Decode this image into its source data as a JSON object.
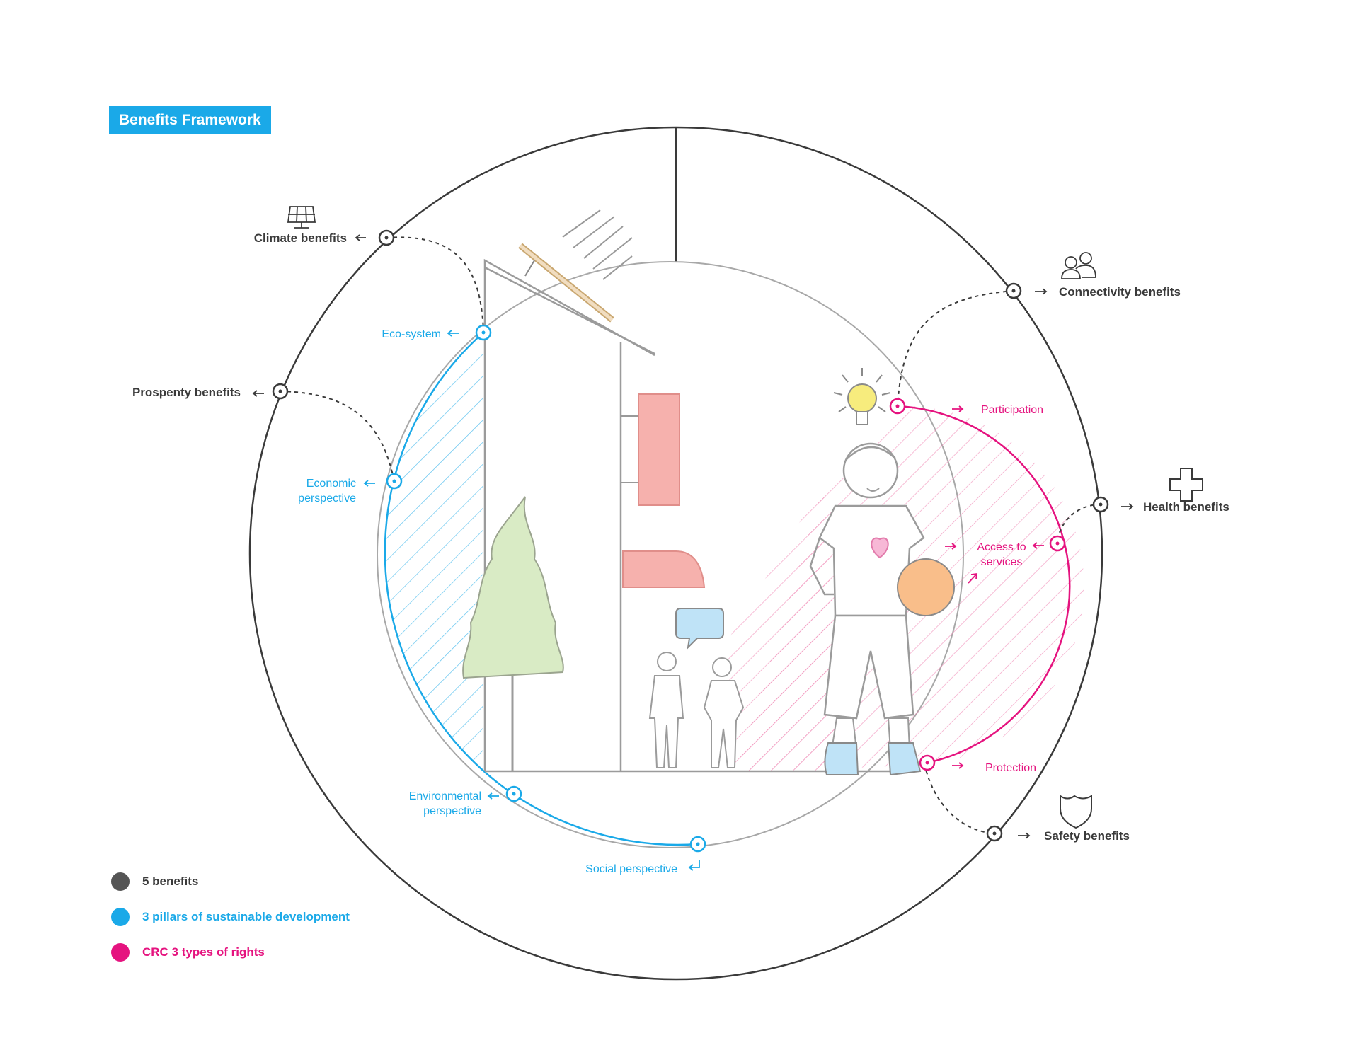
{
  "title": "Benefits Framework",
  "colors": {
    "benefit": "#3a3a3a",
    "pillar": "#1aa9e8",
    "right": "#e5137f"
  },
  "benefits": {
    "climate": "Climate benefits",
    "prosperity": "Prospenty benefits",
    "connectivity": "Connectivity benefits",
    "health": "Health benefits",
    "safety": "Safety benefits"
  },
  "pillars": {
    "eco_system": "Eco-system",
    "economic": [
      "Economic",
      "perspective"
    ],
    "environmental": [
      "Environmental",
      "perspective"
    ],
    "social": "Social perspective"
  },
  "rights": {
    "participation": "Participation",
    "access": [
      "Access to",
      "services"
    ],
    "protection": "Protection"
  },
  "legend": [
    {
      "label": "5 benefits",
      "color": "#555555"
    },
    {
      "label": "3 pillars of sustainable development",
      "color": "#1aa9e8"
    },
    {
      "label": "CRC 3 types of rights",
      "color": "#e5137f"
    }
  ],
  "icons": [
    "solar-panel-icon",
    "people-icon",
    "health-cross-icon",
    "shield-icon",
    "lightbulb-icon",
    "heart-icon",
    "speech-bubble-icon"
  ]
}
